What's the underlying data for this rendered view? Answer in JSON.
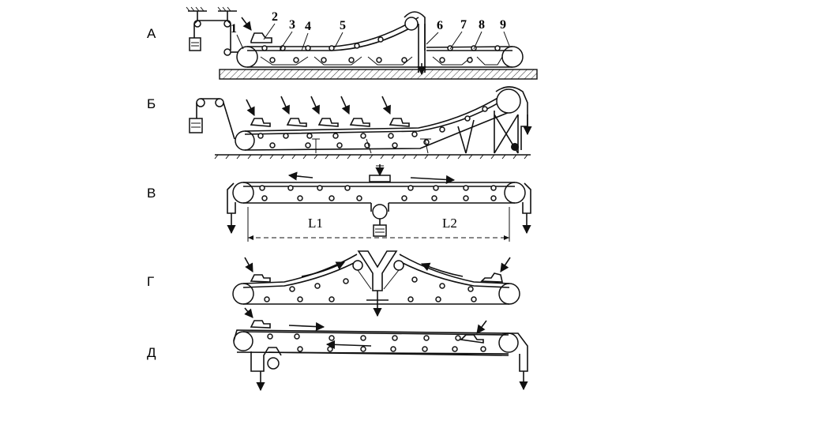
{
  "rows": [
    {
      "id": "A",
      "label": "А"
    },
    {
      "id": "B",
      "label": "Б"
    },
    {
      "id": "V",
      "label": "В"
    },
    {
      "id": "G",
      "label": "Г"
    },
    {
      "id": "D",
      "label": "Д"
    }
  ],
  "callouts": [
    "1",
    "2",
    "3",
    "4",
    "5",
    "6",
    "7",
    "8",
    "9"
  ],
  "dimensions": {
    "left": "L1",
    "right": "L2"
  }
}
